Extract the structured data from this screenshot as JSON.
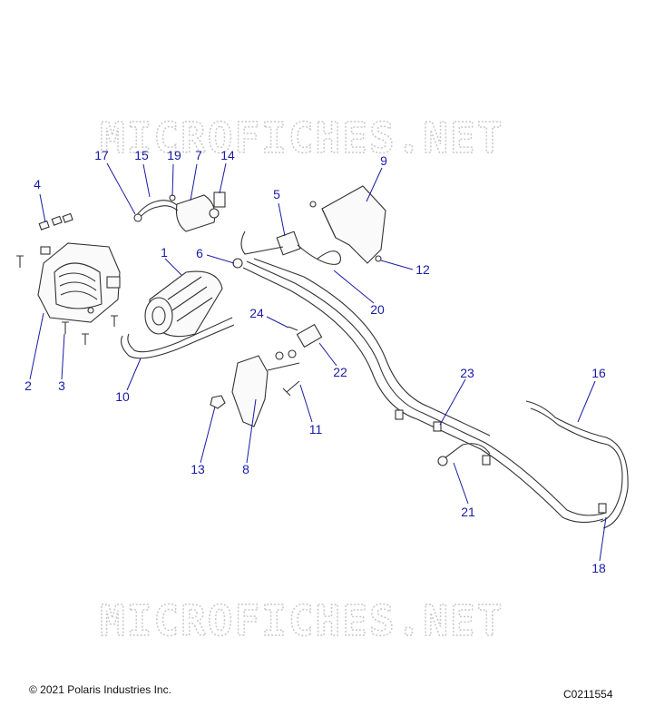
{
  "watermark": "MICROFICHES.NET",
  "footer": {
    "copyright": "© 2021 Polaris Industries Inc.",
    "drawing_id": "C0211554"
  },
  "callouts": [
    "1",
    "2",
    "3",
    "4",
    "5",
    "6",
    "7",
    "8",
    "9",
    "10",
    "11",
    "12",
    "13",
    "14",
    "15",
    "16",
    "17",
    "18",
    "19",
    "20",
    "21",
    "22",
    "23",
    "24"
  ],
  "colors": {
    "callout": "#1a1aa6",
    "line": "#333333",
    "watermark": "#c8c8c8"
  }
}
